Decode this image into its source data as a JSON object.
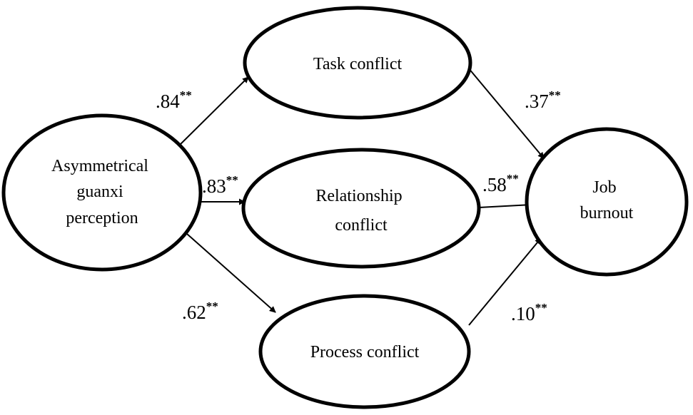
{
  "nodes": {
    "asymmetrical_guanxi": {
      "lines": [
        "Asymmetrical",
        "guanxi",
        "perception"
      ]
    },
    "task_conflict": {
      "lines": [
        "Task conflict"
      ]
    },
    "relationship_conflict": {
      "lines": [
        "Relationship",
        "conflict"
      ]
    },
    "process_conflict": {
      "lines": [
        "Process conflict"
      ]
    },
    "job_burnout": {
      "lines": [
        "Job",
        "burnout"
      ]
    }
  },
  "paths": {
    "guanxi_to_task": {
      "value": ".84",
      "sig": "**"
    },
    "guanxi_to_relationship": {
      "value": ".83",
      "sig": "**"
    },
    "guanxi_to_process": {
      "value": ".62",
      "sig": "**"
    },
    "task_to_burnout": {
      "value": ".37",
      "sig": "**"
    },
    "relationship_to_burnout": {
      "value": ".58",
      "sig": "**"
    },
    "process_to_burnout": {
      "value": ".10",
      "sig": "**"
    }
  }
}
